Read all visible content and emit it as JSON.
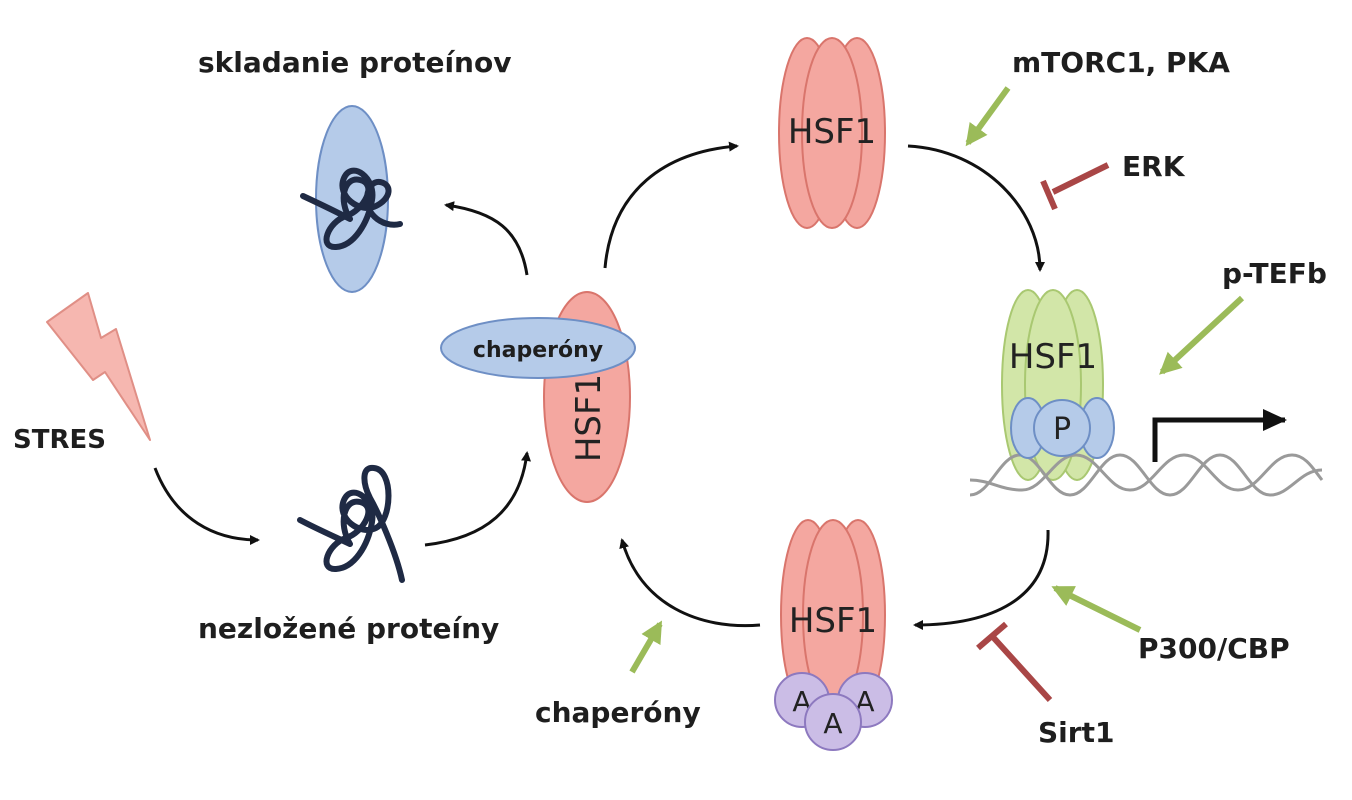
{
  "labels": {
    "folding": "skladanie proteínov",
    "stress": "STRES",
    "unfolded": "nezložené proteíny",
    "chaperones_bound": "chaperóny",
    "chaperones_bottom": "chaperóny",
    "hsf1_monomer": "HSF1",
    "hsf1_trimer_top": "HSF1",
    "hsf1_trimer_dna": "HSF1",
    "hsf1_trimer_bottom": "HSF1",
    "phospho": "P",
    "acetyl_left": "A",
    "acetyl_center": "A",
    "acetyl_right": "A",
    "mtorc1_pka": "mTORC1, PKA",
    "erk": "ERK",
    "ptefb": "p-TEFb",
    "p300_cbp": "P300/CBP",
    "sirt1": "Sirt1"
  },
  "colors": {
    "hsf1_fill": "#f4a7a0",
    "hsf1_stroke": "#d9756c",
    "dna_bound_fill": "#d2e6a8",
    "dna_bound_stroke": "#a9c871",
    "chaperone_fill": "#b5cbe9",
    "chaperone_stroke": "#6e8fc5",
    "acetyl_fill": "#cbbde6",
    "acetyl_stroke": "#8d79bf",
    "activator_arrow": "#9bbb59",
    "inhibitor_bar": "#a94646",
    "cycle_arrow": "#111111",
    "protein_coil": "#1f2a44",
    "stress_bolt": "#f6b7b0"
  },
  "icons": {
    "stress": "lightning-bolt-icon",
    "protein": "protein-coil-icon",
    "dna": "dna-helix-icon",
    "transcription": "transcription-start-arrow-icon"
  }
}
